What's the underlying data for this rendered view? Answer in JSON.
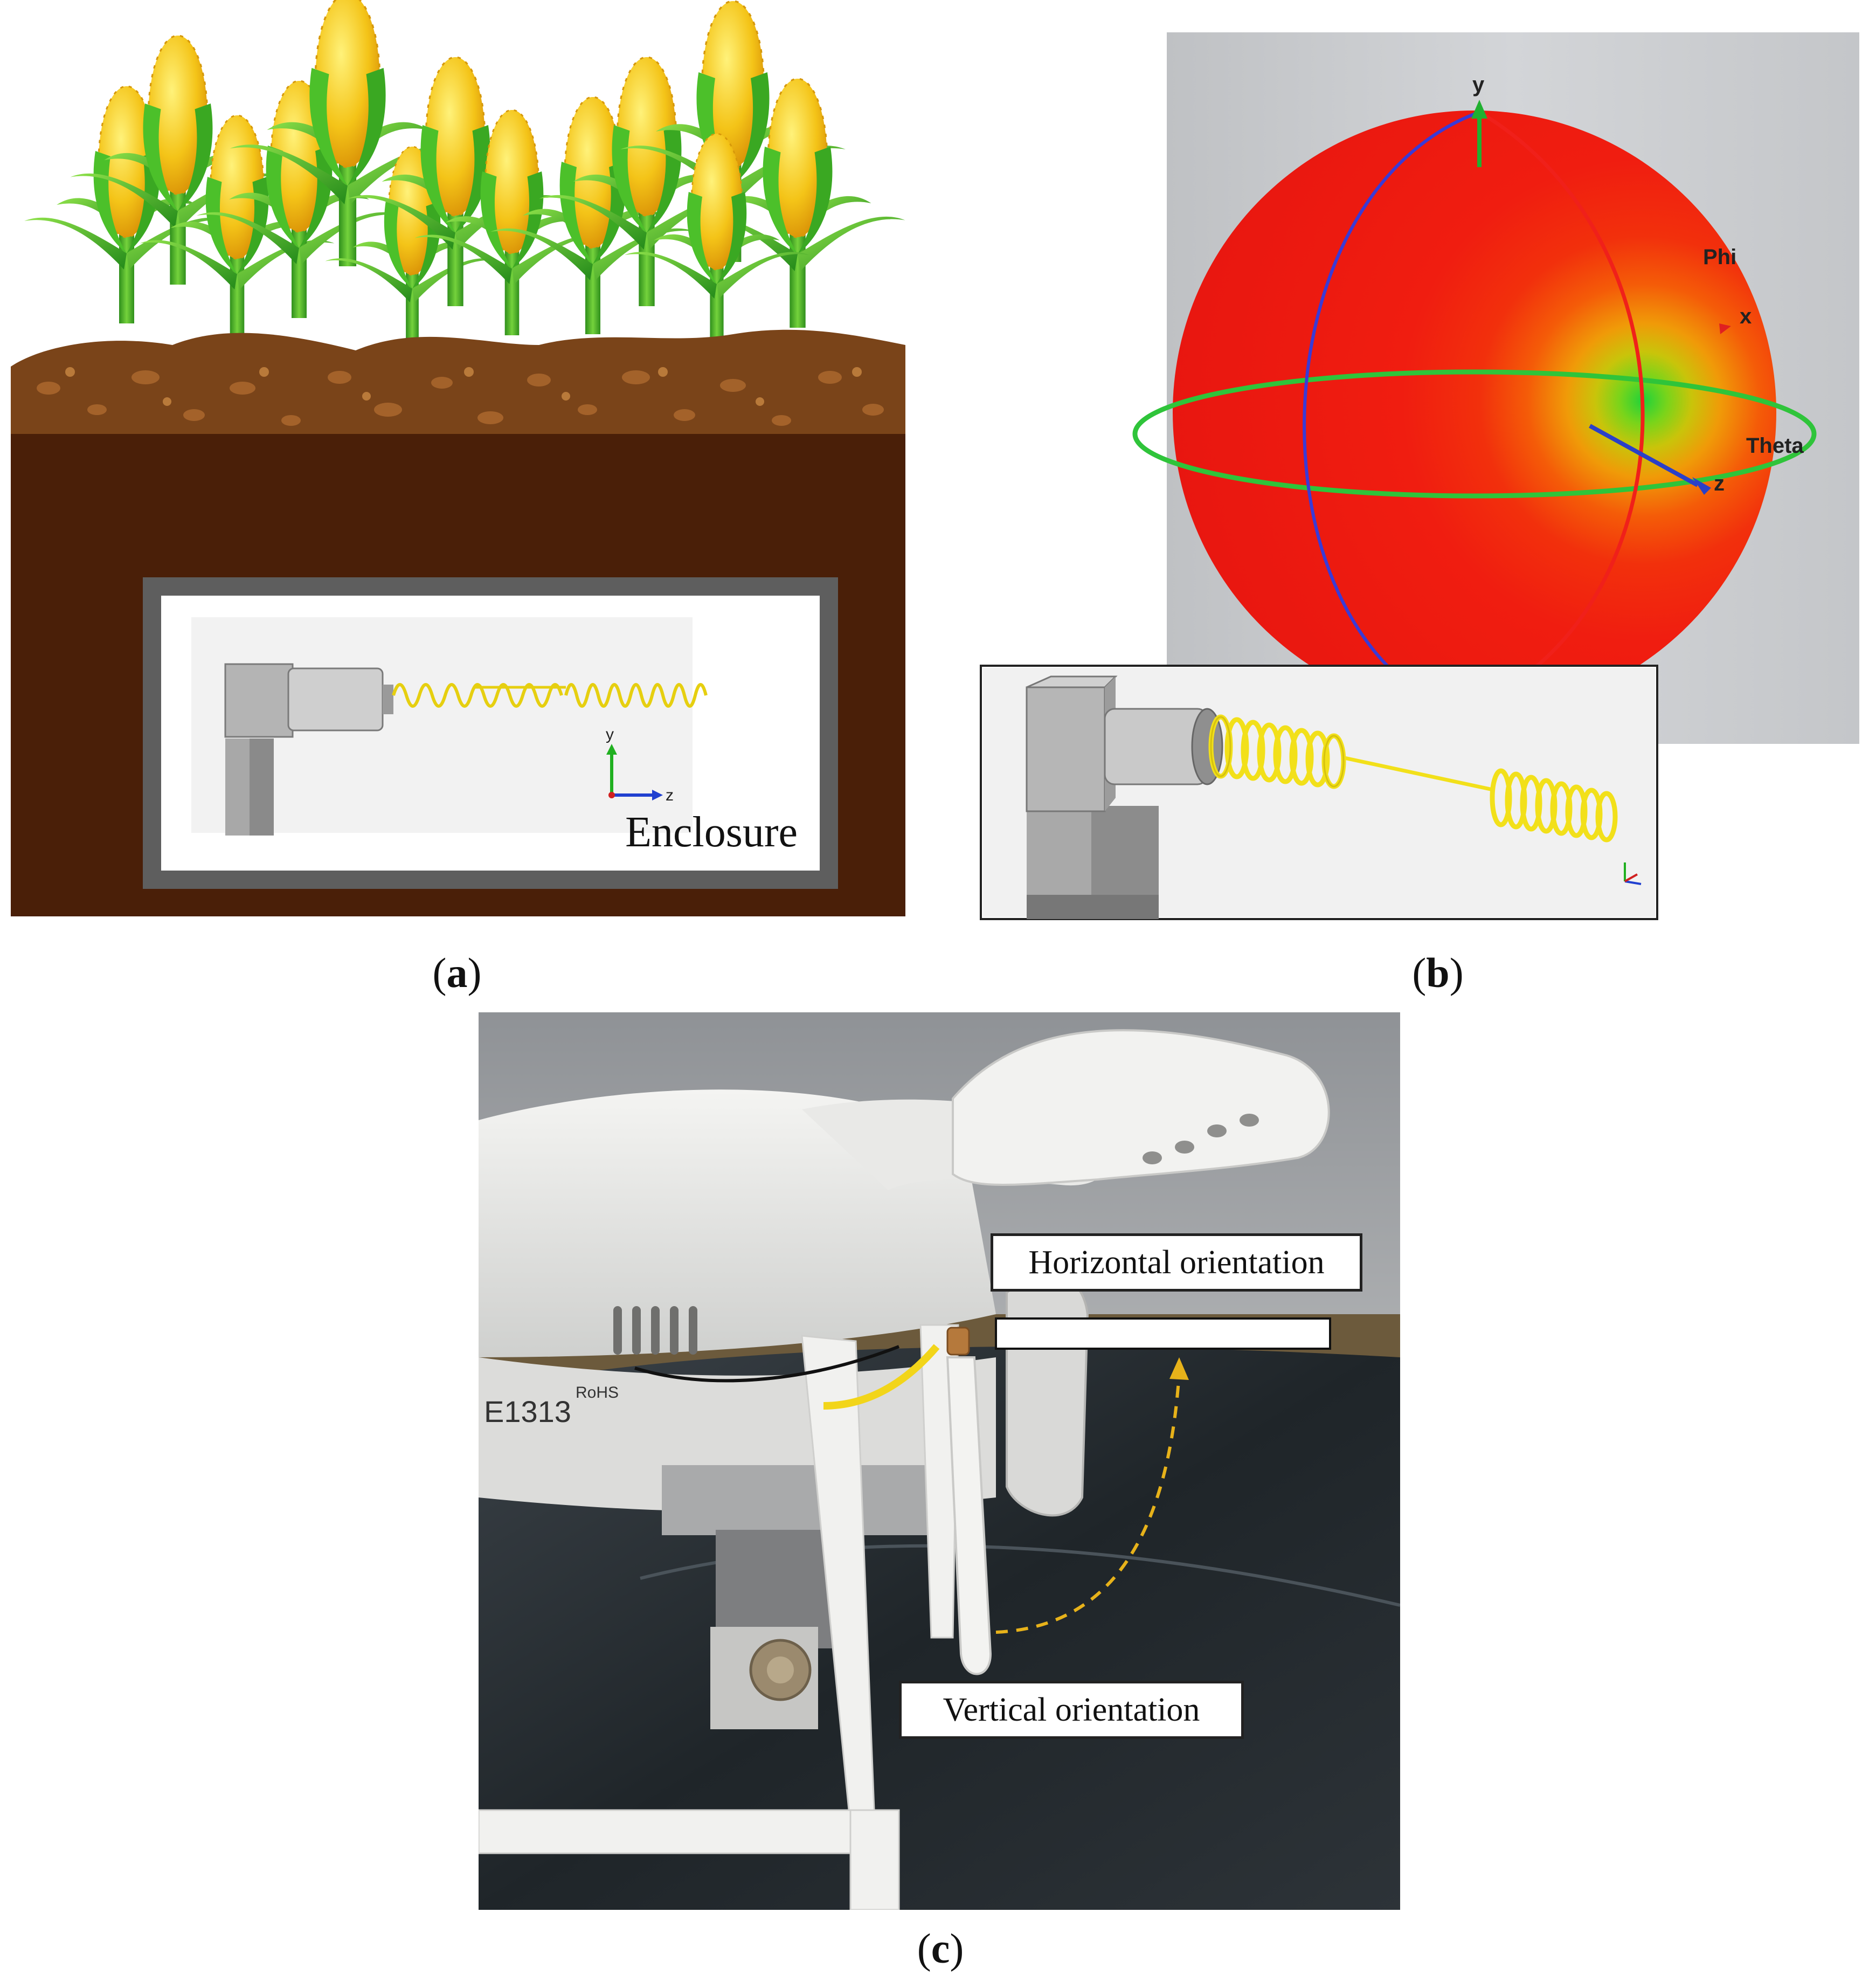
{
  "panel_a": {
    "caption_letter": "a",
    "enclosure_label": "Enclosure",
    "axis_y": "y",
    "axis_z": "z"
  },
  "panel_b": {
    "caption_letter": "b",
    "axis_y": "y",
    "axis_x": "x",
    "axis_z": "z",
    "label_phi": "Phi",
    "label_theta": "Theta"
  },
  "panel_c": {
    "caption_letter": "c",
    "horizontal_label": "Horizontal orientation",
    "vertical_label": "Vertical orientation",
    "device_text_1": "E1313",
    "device_text_2": "RoHS"
  },
  "colors": {
    "soil": "#4a1f08",
    "soil_top": "#7a4419",
    "corn_yellow": "#f2c21a",
    "leaf_green": "#3fae2a",
    "sphere_red": "#f01d10",
    "coil_yellow": "#f2e01a",
    "sim_bg": "#c9cbce"
  }
}
